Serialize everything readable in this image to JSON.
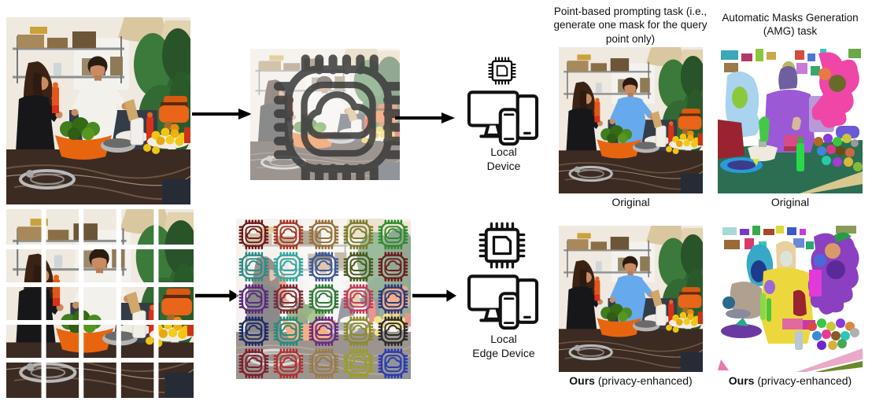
{
  "figure_title": "privacy-enhanced segmentation pipeline figure",
  "labels": {
    "point_header": "Point-based prompting task (i.e., generate one mask for the query point only)",
    "amg_header": "Automatic Masks Generation (AMG) task",
    "original_point": "Original",
    "original_amg": "Original",
    "ours_bold": "Ours",
    "ours_rest": " (privacy-enhanced)"
  },
  "devices": {
    "top": {
      "line1": "Local",
      "line2": "Device"
    },
    "bottom": {
      "line1": "Local",
      "line2": "Edge Device"
    }
  },
  "icons": {
    "cloud_chip": "cloud-chip-icon (rounded chip outline with cloud glyph inside)",
    "processor_top": "processor-chip-icon",
    "processor_bottom": "processor-chip-icon",
    "devices": "monitor-tablet-phone devices-icon",
    "arrow": "right-arrow-icon"
  },
  "colors": {
    "mask_highlight_shirt": "#66a9ec",
    "chip_overlay": "#3a3a3a",
    "arrow": "#000000",
    "amg_counter_green": "#2c6e52",
    "amg_person_purple": "#9b59d6",
    "ours_person_yellow": "#ecd83c"
  },
  "cloud_grid": {
    "rows": 5,
    "cols": 5,
    "colors": [
      "#6d1a1a",
      "#a33b28",
      "#96713b",
      "#7c7c2e",
      "#2e8b2e",
      "#2e8b85",
      "#33a6a0",
      "#3d5a96",
      "#4a5a22",
      "#6a1f1f",
      "#5a2a7a",
      "#7c2a38",
      "#2f7a3a",
      "#c23a58",
      "#2a3a7c",
      "#1d2a66",
      "#2a8a78",
      "#6a2a7c",
      "#8a8a2c",
      "#2a2a2a",
      "#7c1f2e",
      "#b03030",
      "#9a7a48",
      "#9aa020",
      "#2a3ab0"
    ]
  }
}
